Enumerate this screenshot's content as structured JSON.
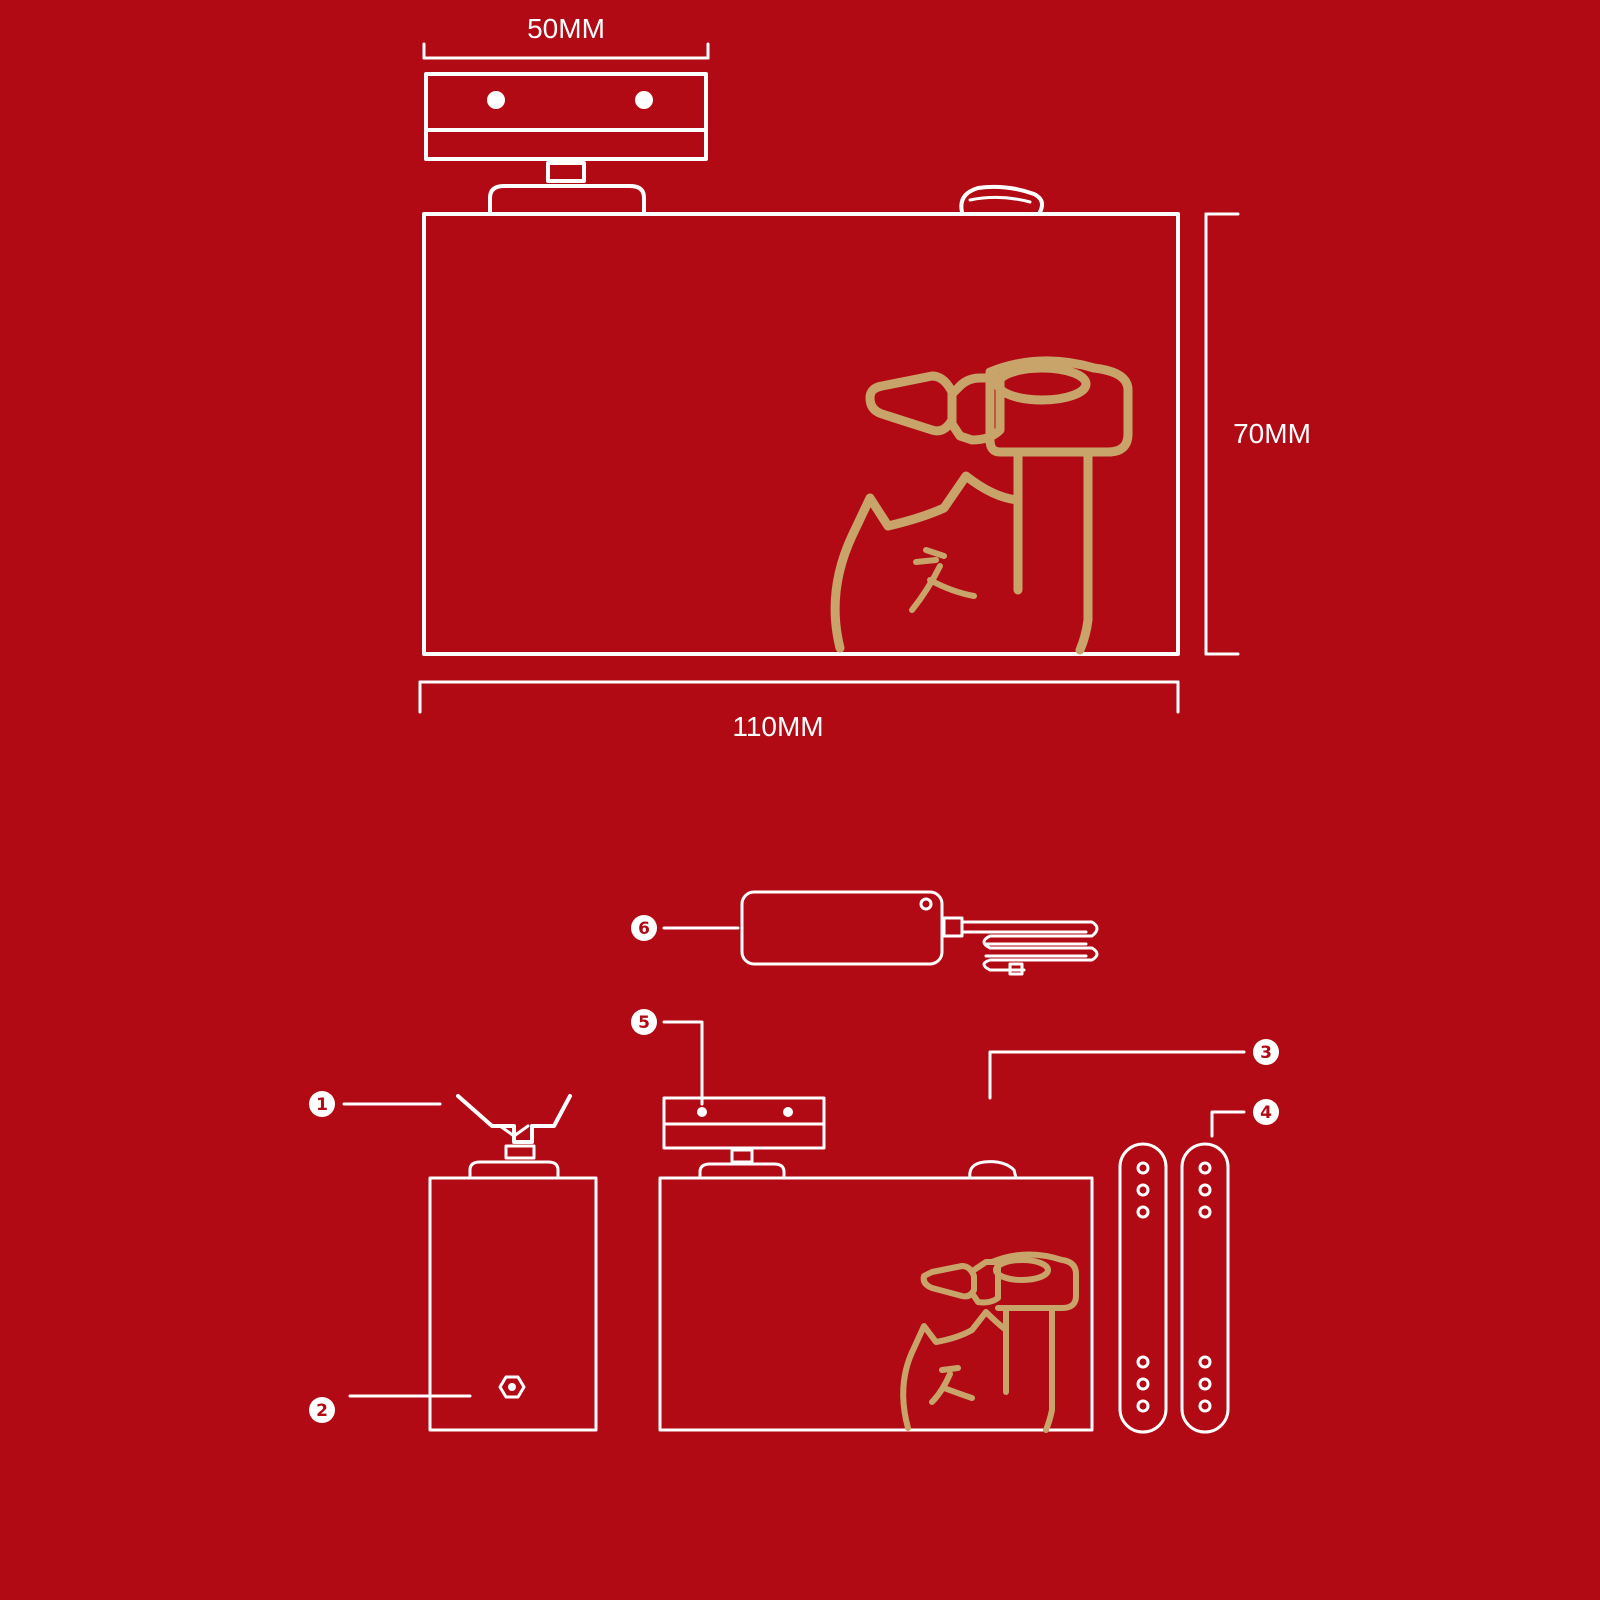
{
  "dimensions": {
    "top_width": "50MM",
    "height": "70MM",
    "width": "110MM"
  },
  "callouts": [
    "1",
    "2",
    "3",
    "4",
    "5",
    "6"
  ],
  "colors": {
    "background": "#b20a14",
    "line": "#ffffff",
    "mascot": "#c9a46a"
  },
  "icons": [
    "camera-mount-icon",
    "mascot-with-glue-gun-icon",
    "adapter-cable-icon",
    "strap-icon",
    "hex-nut-icon"
  ]
}
